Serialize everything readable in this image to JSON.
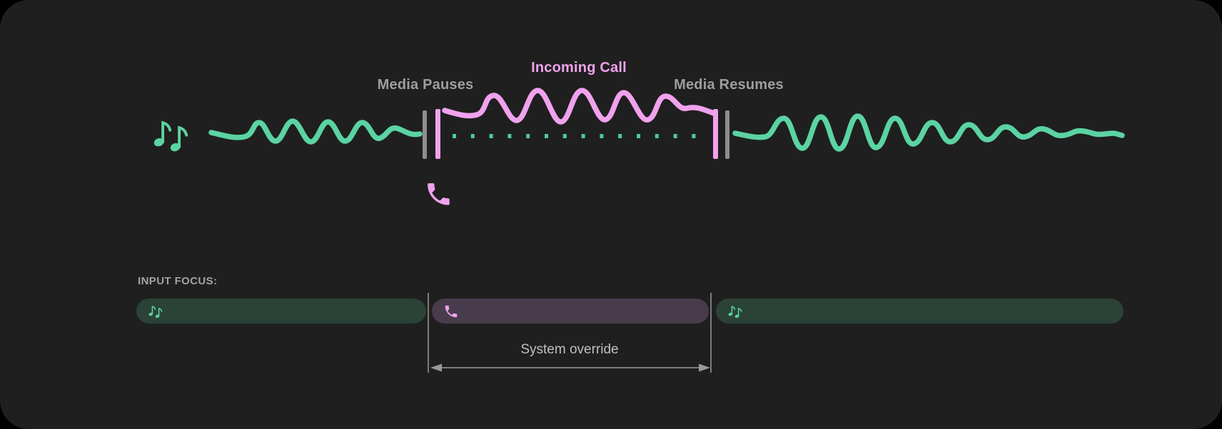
{
  "timeline": {
    "media_pauses": "Media Pauses",
    "incoming_call": "Incoming Call",
    "media_resumes": "Media Resumes",
    "playing_icon": "music-notes-icon",
    "interrupt_icon": "phone-icon"
  },
  "input_focus": {
    "heading": "INPUT FOCUS:",
    "override_label": "System override",
    "segments": [
      {
        "kind": "media",
        "icon": "music-notes-icon"
      },
      {
        "kind": "call",
        "icon": "phone-icon"
      },
      {
        "kind": "media",
        "icon": "music-notes-icon"
      }
    ]
  },
  "colors": {
    "page_background": "#000000",
    "panel_background": "#1f1f1f",
    "media_green": "#5bd3a2",
    "media_dot_green": "#4ccb97",
    "call_pink": "#f0a2ec",
    "pill_green": "#2b4237",
    "pill_purple": "#473b4c",
    "label_gray": "#9e9e9e",
    "marker_gray": "#8e8e8e",
    "bracket_gray": "#7b7b7b",
    "override_text_gray": "#c0c0c0"
  }
}
